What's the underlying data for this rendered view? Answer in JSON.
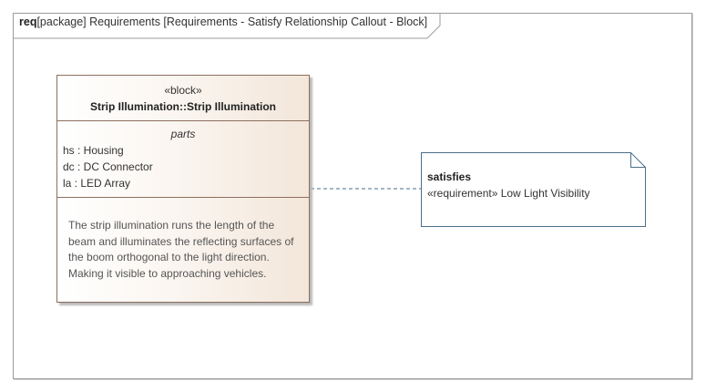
{
  "frame": {
    "keyword": "req",
    "title": "[package] Requirements [Requirements - Satisfy Relationship Callout - Block]"
  },
  "block": {
    "stereotype": "«block»",
    "name": "Strip Illumination::Strip Illumination",
    "parts_header": "parts",
    "parts": [
      "hs : Housing",
      "dc : DC Connector",
      "la : LED Array"
    ],
    "description_lines": [
      "The strip illumination runs the length of the",
      "beam and illuminates the reflecting surfaces of",
      "the boom orthogonal to the light direction.",
      "Making it visible to approaching vehicles."
    ]
  },
  "callout": {
    "label": "satisfies",
    "value": "«requirement» Low Light Visibility"
  },
  "colors": {
    "block_border": "#8c6f5e",
    "callout_border": "#4a6f8a",
    "connector": "#4a6f8a"
  }
}
